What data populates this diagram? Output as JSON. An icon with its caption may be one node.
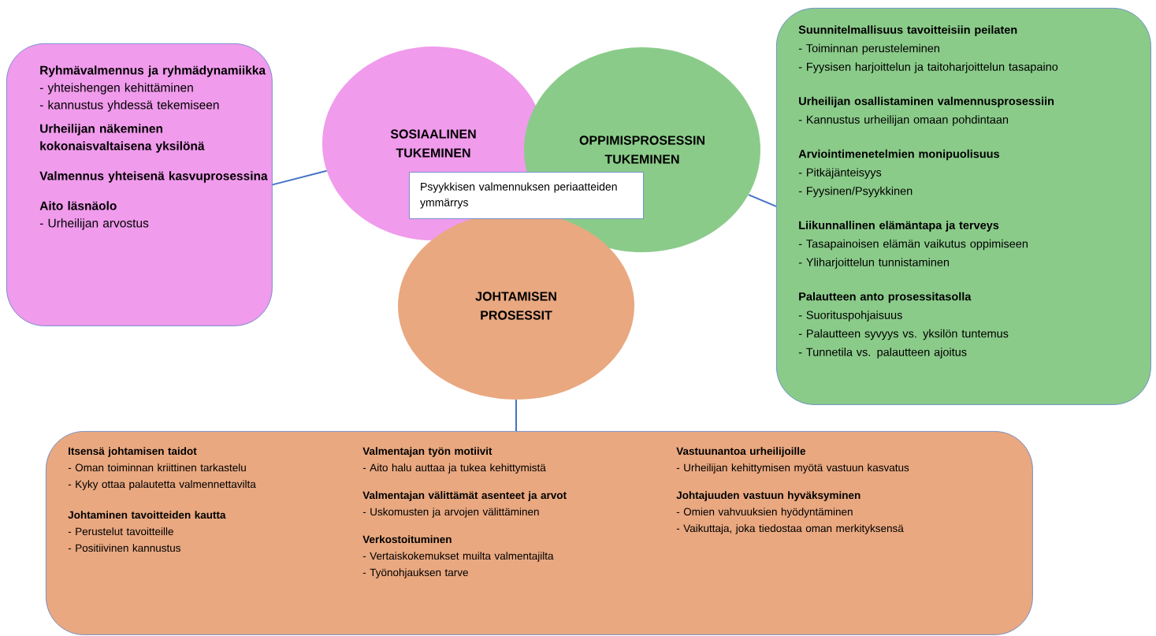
{
  "diagram": {
    "nodes": [
      {
        "text": [
          "Ryhmävalmennus ja ryhmädynamiikka",
          "- yhteishengen kehittäminen",
          "- kannustus yhdessä tekemiseen",
          "Urheilijan näkeminen kokonaisvaltaisena yksilönä",
          "Valmennus yhteisenä kasvuprosessina",
          "Aito läsnäolo",
          "- Urheilijan arvostus"
        ]
      },
      {
        "text": [
          "SOSIAALINEN TUKEMINEN"
        ]
      },
      {
        "text": [
          "OPPIMISPROSESSIN TUKEMINEN"
        ]
      },
      {
        "text": [
          "JOHTAMISEN PROSESSIT"
        ]
      },
      {
        "text": [
          "Psyykkisen valmennuksen periaatteiden ymmärrys"
        ]
      },
      {
        "text": [
          "Suunnitelmallisuus tavoitteisiin peilaten",
          "- Toiminnan perusteleminen",
          "- Fyysisen harjoittelun ja taitoharjoittelun tasapaino",
          "Urheilijan osallistaminen valmennusprosessiin",
          "- Kannustus urheilijan omaan pohdintaan",
          "Arviointimenetelmien monipuolisuus",
          "- Pitkäjänteisyys",
          "- Fyysinen/Psyykkinen",
          "Liikunnallinen elämäntapa ja terveys",
          "- Tasapainoisen elämän vaikutus oppimiseen",
          "- Yliharjoittelun tunnistaminen",
          "Palautteen anto prosessitasolla",
          "- Suorituspohjaisuus",
          "- Palautteen syvyys vs. yksilön tuntemus",
          "- Tunnetila vs. palautteen ajoitus"
        ]
      },
      {
        "text": [
          "Itsensä johtamisen taidot",
          "- Oman toiminnan kriittinen tarkastelu",
          "- Kyky ottaa palautetta valmennettavilta",
          "Johtaminen tavoitteiden kautta",
          "- Perustelut tavoitteille",
          "- Positiivinen kannustus",
          "Valmentajan työn motiivit",
          "- Aito halu auttaa ja tukea kehittymistä",
          "Valmentajan välittämät asenteet ja arvot",
          "- Uskomusten ja arvojen välittäminen",
          "Verkostoituminen",
          "- Vertaiskokemukset muilta valmentajilta",
          "- Työnohjauksen tarve",
          "Vastuunantoa urheilijoille",
          "- Urheilijan kehittymisen myötä vastuun kasvatus",
          "Johtajuuden vastuun hyväksyminen",
          "- Omien vahvuuksien hyödyntäminen",
          "- Vaikuttaja, joka tiedostaa oman merkityksensä"
        ]
      }
    ],
    "edges": [
      {
        "from": 1,
        "to": 0,
        "arrow": "none"
      },
      {
        "from": 2,
        "to": 5,
        "arrow": "none"
      },
      {
        "from": 3,
        "to": 6,
        "arrow": "none"
      }
    ]
  }
}
